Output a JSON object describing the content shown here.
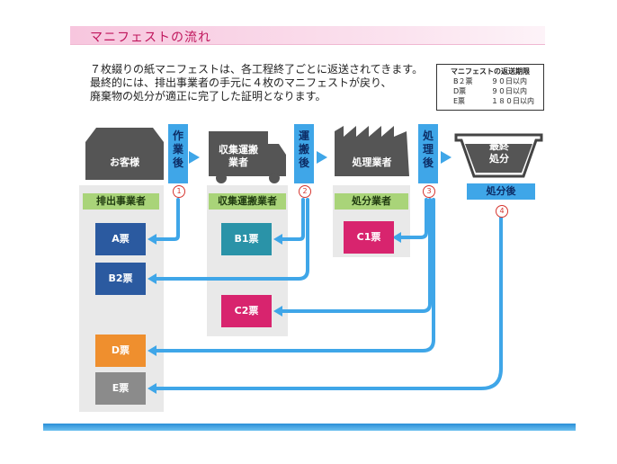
{
  "title": "マニフェストの流れ",
  "intro_lines": [
    "７枚綴りの紙マニフェストは、各工程終了ごとに返送されてきます。",
    "最終的には、排出事業者の手元に４枚のマニフェストが戻り、",
    "廃棄物の処分が適正に完了した証明となります。"
  ],
  "return_period": {
    "title": "マニフェストの返送期限",
    "rows": [
      {
        "ticket": "B２票",
        "days": "９０日以内"
      },
      {
        "ticket": "D票",
        "days": "９０日以内"
      },
      {
        "ticket": "E票",
        "days": "１８０日以内"
      }
    ]
  },
  "stages": {
    "customer": "お客様",
    "collector": "収集運搬\n業者",
    "processor": "処理業者",
    "final": "最終\n処分"
  },
  "steps": {
    "after_work": "作業後",
    "after_transport": "運搬後",
    "after_processing": "処理後",
    "after_disposal": "処分後"
  },
  "step_numbers": [
    "1",
    "2",
    "3",
    "4"
  ],
  "roles": {
    "emitter": "排出事業者",
    "collector": "収集運搬業者",
    "processor": "処分業者"
  },
  "tickets": {
    "A": "A票",
    "B1": "B1票",
    "B2": "B2票",
    "C1": "C1票",
    "C2": "C2票",
    "D": "D票",
    "E": "E票"
  },
  "colors": {
    "emitter_ticket": "#2b5aa0",
    "collector_ticket": "#2a93a8",
    "processor_ticket": "#d8246e",
    "D_ticket": "#ef8f2e",
    "E_ticket": "#8b8b8b",
    "arrow": "#3fa6e8",
    "role_label": "#a9d479"
  }
}
